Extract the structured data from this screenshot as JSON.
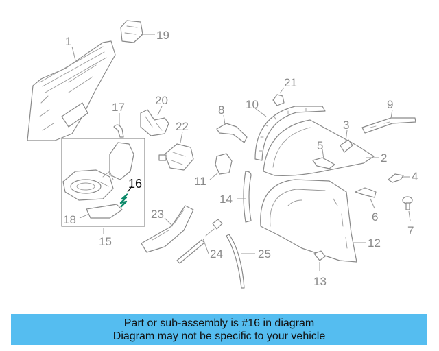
{
  "callouts": {
    "c1": "1",
    "c2": "2",
    "c3": "3",
    "c4": "4",
    "c5": "5",
    "c6": "6",
    "c7": "7",
    "c8": "8",
    "c9": "9",
    "c10": "10",
    "c11": "11",
    "c12": "12",
    "c13": "13",
    "c14": "14",
    "c15": "15",
    "c16": "16",
    "c17": "17",
    "c18": "18",
    "c19": "19",
    "c20": "20",
    "c21": "21",
    "c22": "22",
    "c23": "23",
    "c24": "24",
    "c25": "25"
  },
  "highlight": {
    "part": "16",
    "color": "#0d8a6a"
  },
  "banner": {
    "line1": "Part or sub-assembly is #16 in diagram",
    "line2": "Diagram may not be specific to your vehicle",
    "background": "#55bdf0"
  }
}
